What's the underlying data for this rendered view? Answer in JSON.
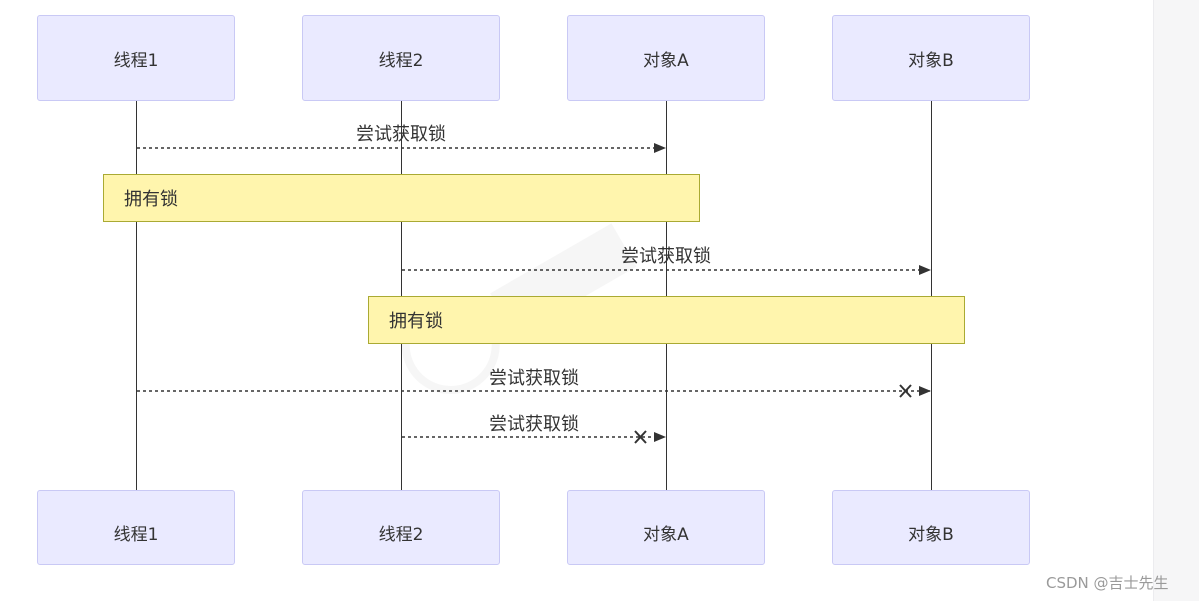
{
  "diagram": {
    "participants": [
      {
        "name": "线程1"
      },
      {
        "name": "线程2"
      },
      {
        "name": "对象A"
      },
      {
        "name": "对象B"
      }
    ],
    "messages": [
      {
        "from": "线程1",
        "to": "对象A",
        "label": "尝试获取锁",
        "style": "dashed-arrow"
      },
      {
        "note": "拥有锁",
        "over": [
          "线程1",
          "对象A"
        ]
      },
      {
        "from": "线程2",
        "to": "对象B",
        "label": "尝试获取锁",
        "style": "dashed-arrow"
      },
      {
        "note": "拥有锁",
        "over": [
          "线程2",
          "对象B"
        ]
      },
      {
        "from": "线程1",
        "to": "对象B",
        "label": "尝试获取锁",
        "style": "dashed-cross"
      },
      {
        "from": "线程2",
        "to": "对象A",
        "label": "尝试获取锁",
        "style": "dashed-cross"
      }
    ],
    "colors": {
      "actor_fill": "#eaeaff",
      "actor_border": "#c9c9f5",
      "note_fill": "#fff5ad",
      "note_border": "#aaaa33",
      "line": "#333333"
    }
  },
  "watermark": {
    "text": "CSDN @吉士先生"
  }
}
